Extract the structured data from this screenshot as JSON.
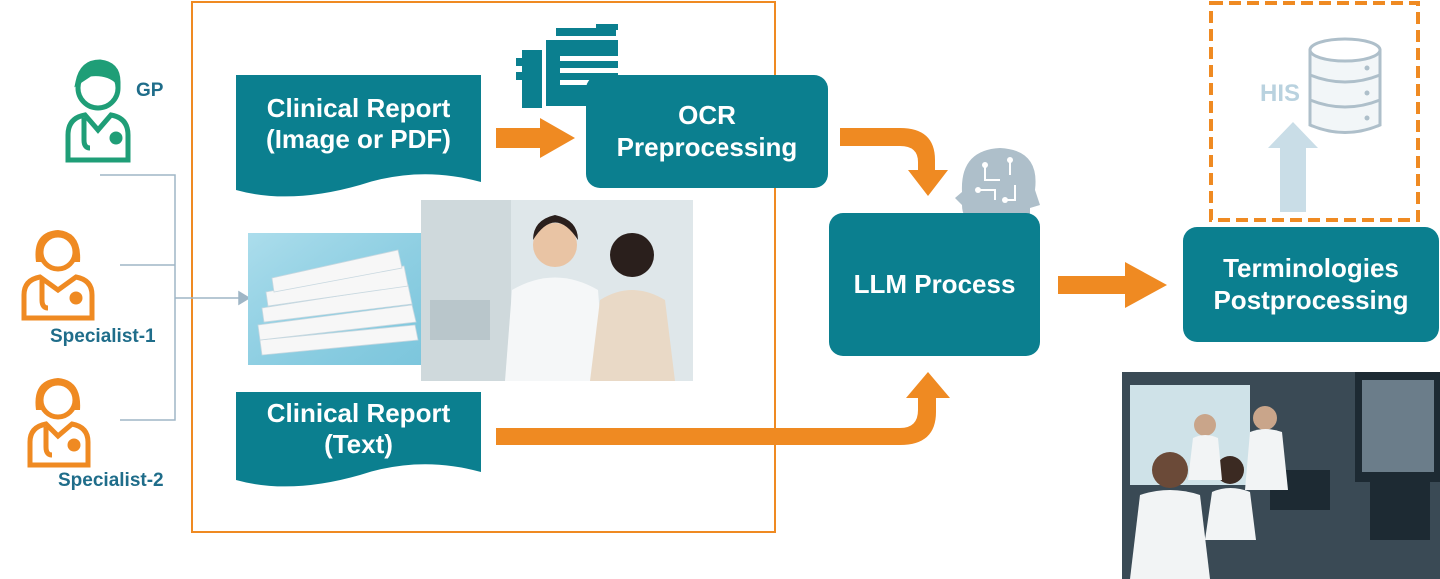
{
  "actors": {
    "gp": {
      "label": "GP",
      "color": "#1f9e77"
    },
    "specialist_1": {
      "label": "Specialist-1",
      "color": "#ef8a22"
    },
    "specialist_2": {
      "label": "Specialist-2",
      "color": "#ef8a22"
    }
  },
  "documents": {
    "image_report": {
      "line1": "Clinical Report",
      "line2": "(Image or PDF)"
    },
    "text_report": {
      "line1": "Clinical Report",
      "line2": "(Text)"
    }
  },
  "process_boxes": {
    "ocr": {
      "line1": "OCR",
      "line2": "Preprocessing"
    },
    "llm": {
      "label": "LLM Process"
    },
    "terminologies": {
      "line1": "Terminologies",
      "line2": "Postprocessing"
    }
  },
  "his": {
    "label": "HIS"
  },
  "icons": [
    "doctor-icon",
    "printer-scanner-icon",
    "ai-head-icon",
    "database-icon",
    "arrow-icon"
  ],
  "colors": {
    "teal": "#0b7f8f",
    "orange": "#ef8a22",
    "light_blue": "#b9d2df",
    "connector": "#9fb6c6"
  }
}
